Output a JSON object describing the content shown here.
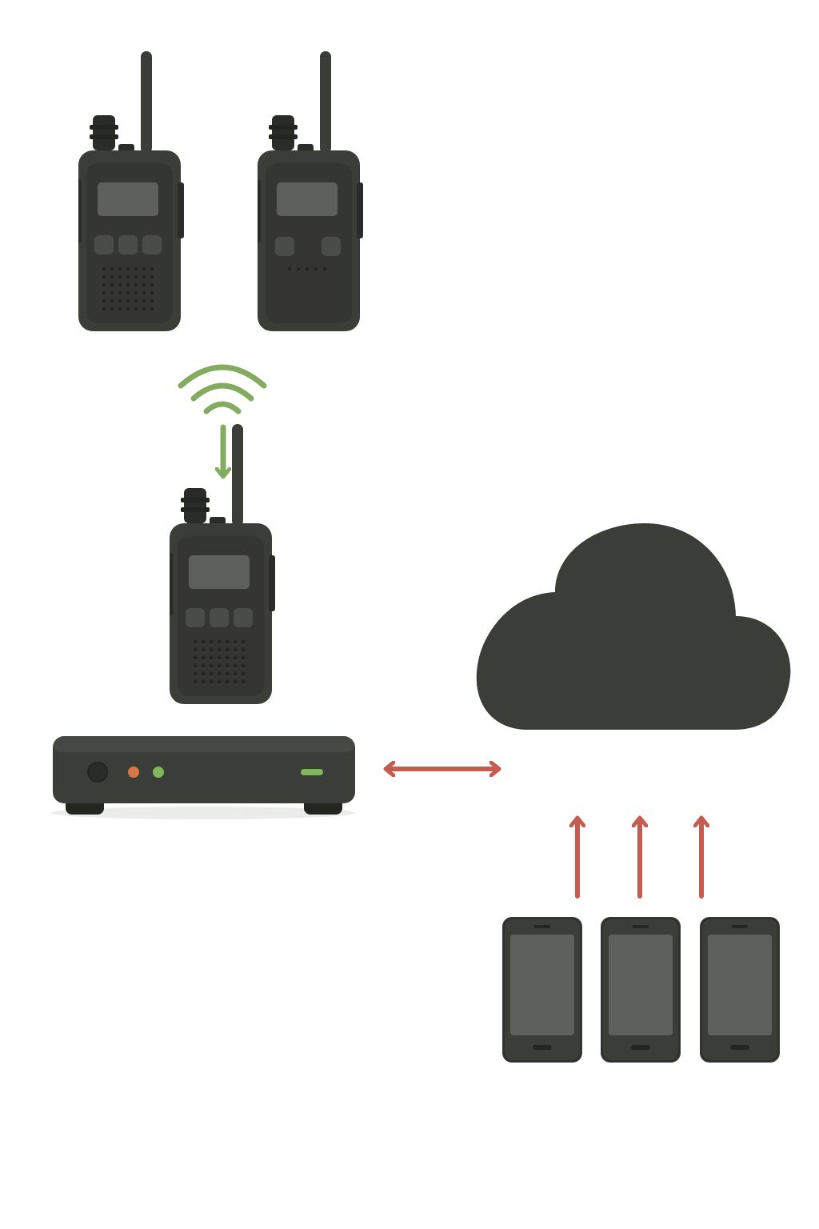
{
  "diagram": {
    "title": "",
    "colors": {
      "device": "#3b3d39",
      "device_dark": "#2a2c29",
      "device_edge": "#232521",
      "screen": "#5e605b",
      "button": "#4a4c48",
      "speaker_dot": "#222420",
      "radio_signal": "#84ac61",
      "network_arrow": "#c45d50",
      "led_orange": "#d8784a",
      "led_green": "#7fb85a",
      "background": "#ffffff"
    },
    "nodes": [
      {
        "id": "radio-1",
        "icon": "walkie-talkie-icon"
      },
      {
        "id": "radio-2",
        "icon": "walkie-talkie-icon"
      },
      {
        "id": "radio-3",
        "icon": "walkie-talkie-icon"
      },
      {
        "id": "gateway",
        "icon": "gateway-box-icon"
      },
      {
        "id": "cloud",
        "icon": "cloud-icon"
      },
      {
        "id": "phone-1",
        "icon": "smartphone-icon"
      },
      {
        "id": "phone-2",
        "icon": "smartphone-icon"
      },
      {
        "id": "phone-3",
        "icon": "smartphone-icon"
      }
    ],
    "edges": [
      {
        "from": "radio-1",
        "to": "radio-3",
        "style": "wireless-signal"
      },
      {
        "from": "gateway",
        "to": "cloud",
        "style": "bidirectional"
      },
      {
        "from": "phone-1",
        "to": "cloud",
        "style": "uplink"
      },
      {
        "from": "phone-2",
        "to": "cloud",
        "style": "uplink"
      },
      {
        "from": "phone-3",
        "to": "cloud",
        "style": "uplink"
      }
    ]
  }
}
